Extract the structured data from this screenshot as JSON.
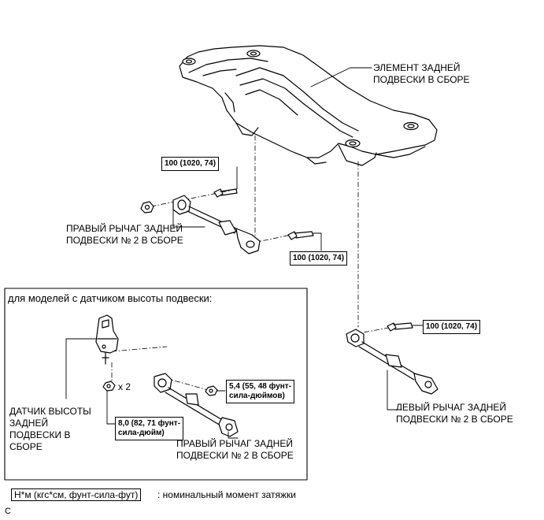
{
  "labels": {
    "member": [
      "ЭЛЕМЕНТ ЗАДНЕЙ",
      "ПОДВЕСКИ В СБОРЕ"
    ],
    "right_arm": [
      "ПРАВЫЙ РЫЧАГ ЗАДНЕЙ",
      "ПОДВЕСКИ № 2 В СБОРЕ"
    ],
    "left_arm": [
      "ЛЕВЫЙ РЫЧАГ ЗАДНЕЙ",
      "ПОДВЕСКИ № 2 В СБОРЕ"
    ],
    "sensor": [
      "ДАТЧИК ВЫСОТЫ",
      "ЗАДНЕЙ",
      "ПОДВЕСКИ В",
      "СБОРЕ"
    ],
    "inset_right_arm": [
      "ПРАВЫЙ РЫЧАГ ЗАДНЕЙ",
      "ПОДВЕСКИ № 2 В СБОРЕ"
    ]
  },
  "torque": {
    "t1": "100 (1020, 74)",
    "t2": "100 (1020, 74)",
    "t3": "100 (1020, 74)",
    "t4": [
      "5,4 (55, 48 фунт-",
      "сила-дюймов)"
    ],
    "t5": [
      "8,0 (82, 71 фунт-",
      "сила-дюйм)"
    ]
  },
  "inset": {
    "title": "для моделей с датчиком высоты подвески:",
    "quantity": "x 2"
  },
  "legend": {
    "key": "Н*м (кгс*см, фунт-сила-фут)",
    "description": ": номинальный момент затяжки"
  },
  "corner_code": "C"
}
